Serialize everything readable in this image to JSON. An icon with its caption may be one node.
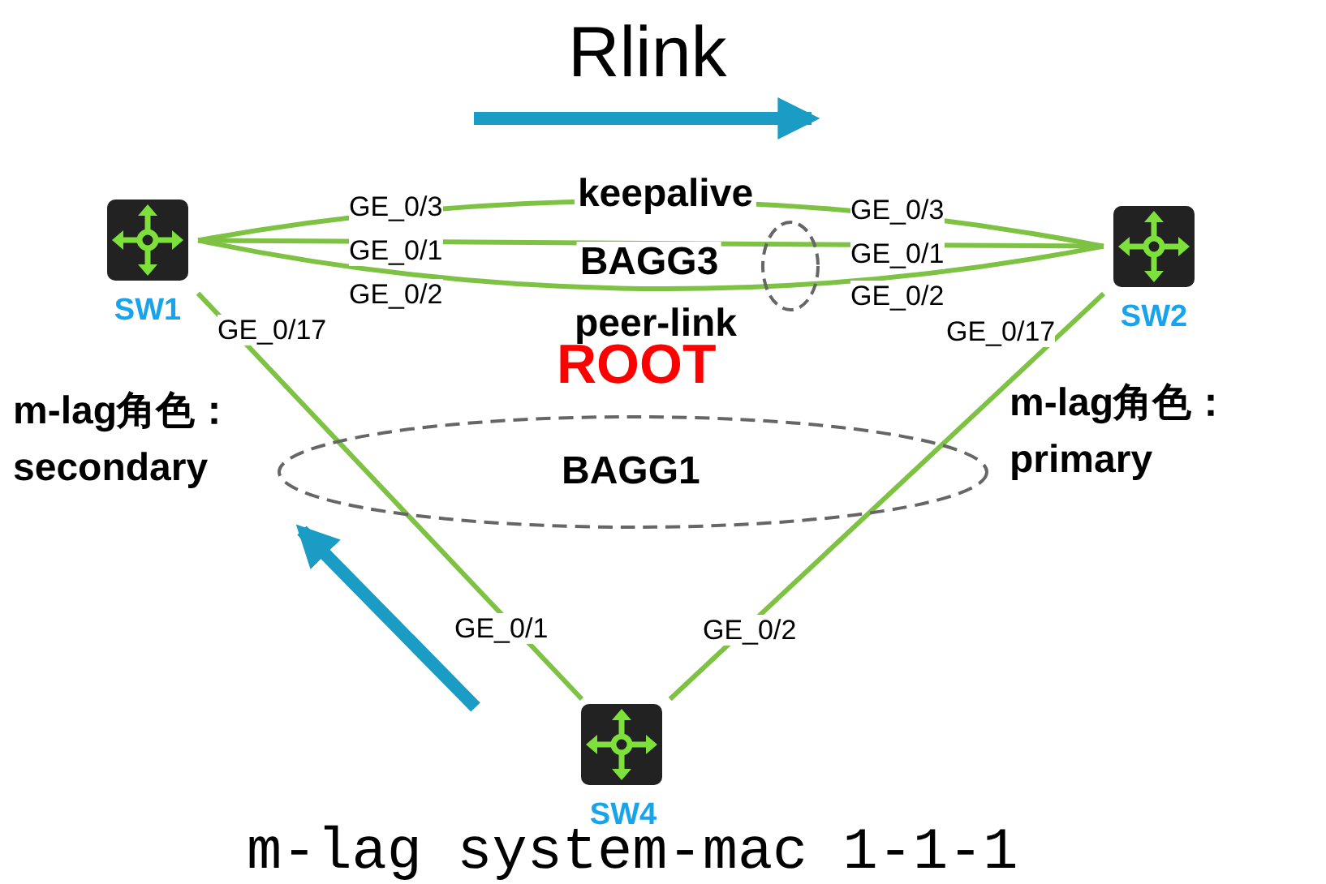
{
  "diagram": {
    "nodes": [
      {
        "text": [
          "SW1"
        ]
      },
      {
        "text": [
          "SW2"
        ]
      },
      {
        "text": [
          "SW4"
        ]
      }
    ],
    "edges": [
      {
        "from": 0,
        "to": 1,
        "arrow": "none",
        "label": "keepalive"
      },
      {
        "from": 0,
        "to": 1,
        "arrow": "none",
        "label": "BAGG3"
      },
      {
        "from": 0,
        "to": 1,
        "arrow": "none",
        "label": "peer-link"
      },
      {
        "from": 0,
        "to": 2,
        "arrow": "none"
      },
      {
        "from": 1,
        "to": 2,
        "arrow": "none"
      }
    ],
    "labels": [
      "Rlink",
      "GE_0/3",
      "GE_0/3",
      "GE_0/1",
      "GE_0/1",
      "GE_0/2",
      "GE_0/2",
      "GE_0/17",
      "GE_0/17",
      "ROOT",
      "BAGG1",
      "m-lag角色：",
      "m-lag角色：",
      "secondary",
      "primary",
      "GE_0/1",
      "GE_0/2",
      "m-lag system-mac 1-1-1"
    ]
  }
}
